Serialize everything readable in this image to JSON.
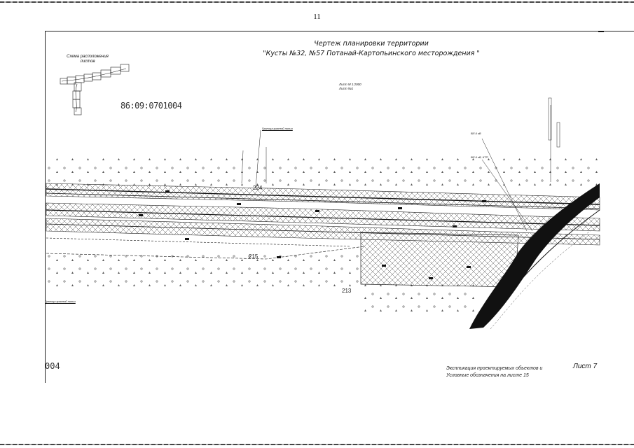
{
  "page": {
    "number": "11"
  },
  "title": {
    "line1": "Чертеж планировки территории",
    "line2": "\"Кусты №32, №57 Потанай-Картопьинского месторождения \""
  },
  "scheme": {
    "label_line1": "Схема расположения",
    "label_line2": "листов"
  },
  "cadastral_number": "86:09:0701004",
  "left_code": "004",
  "scale": {
    "line1": "Лист М 1:2000",
    "line2": "Лист №1"
  },
  "labels": {
    "red_line_top": "Граница красной линии",
    "red_line_left": "Граница красной линии",
    "point_a": "ВЛ-6 кВ",
    "point_b": "ВЛ-6 кВ, КТП",
    "spot_224": "224",
    "spot_215": "215",
    "spot_213": "213"
  },
  "footer": {
    "legend_line1": "Экспликация проектируемых объектов и",
    "legend_line2": "Условные обозначения на листе 15",
    "sheet": "Лист 7"
  }
}
